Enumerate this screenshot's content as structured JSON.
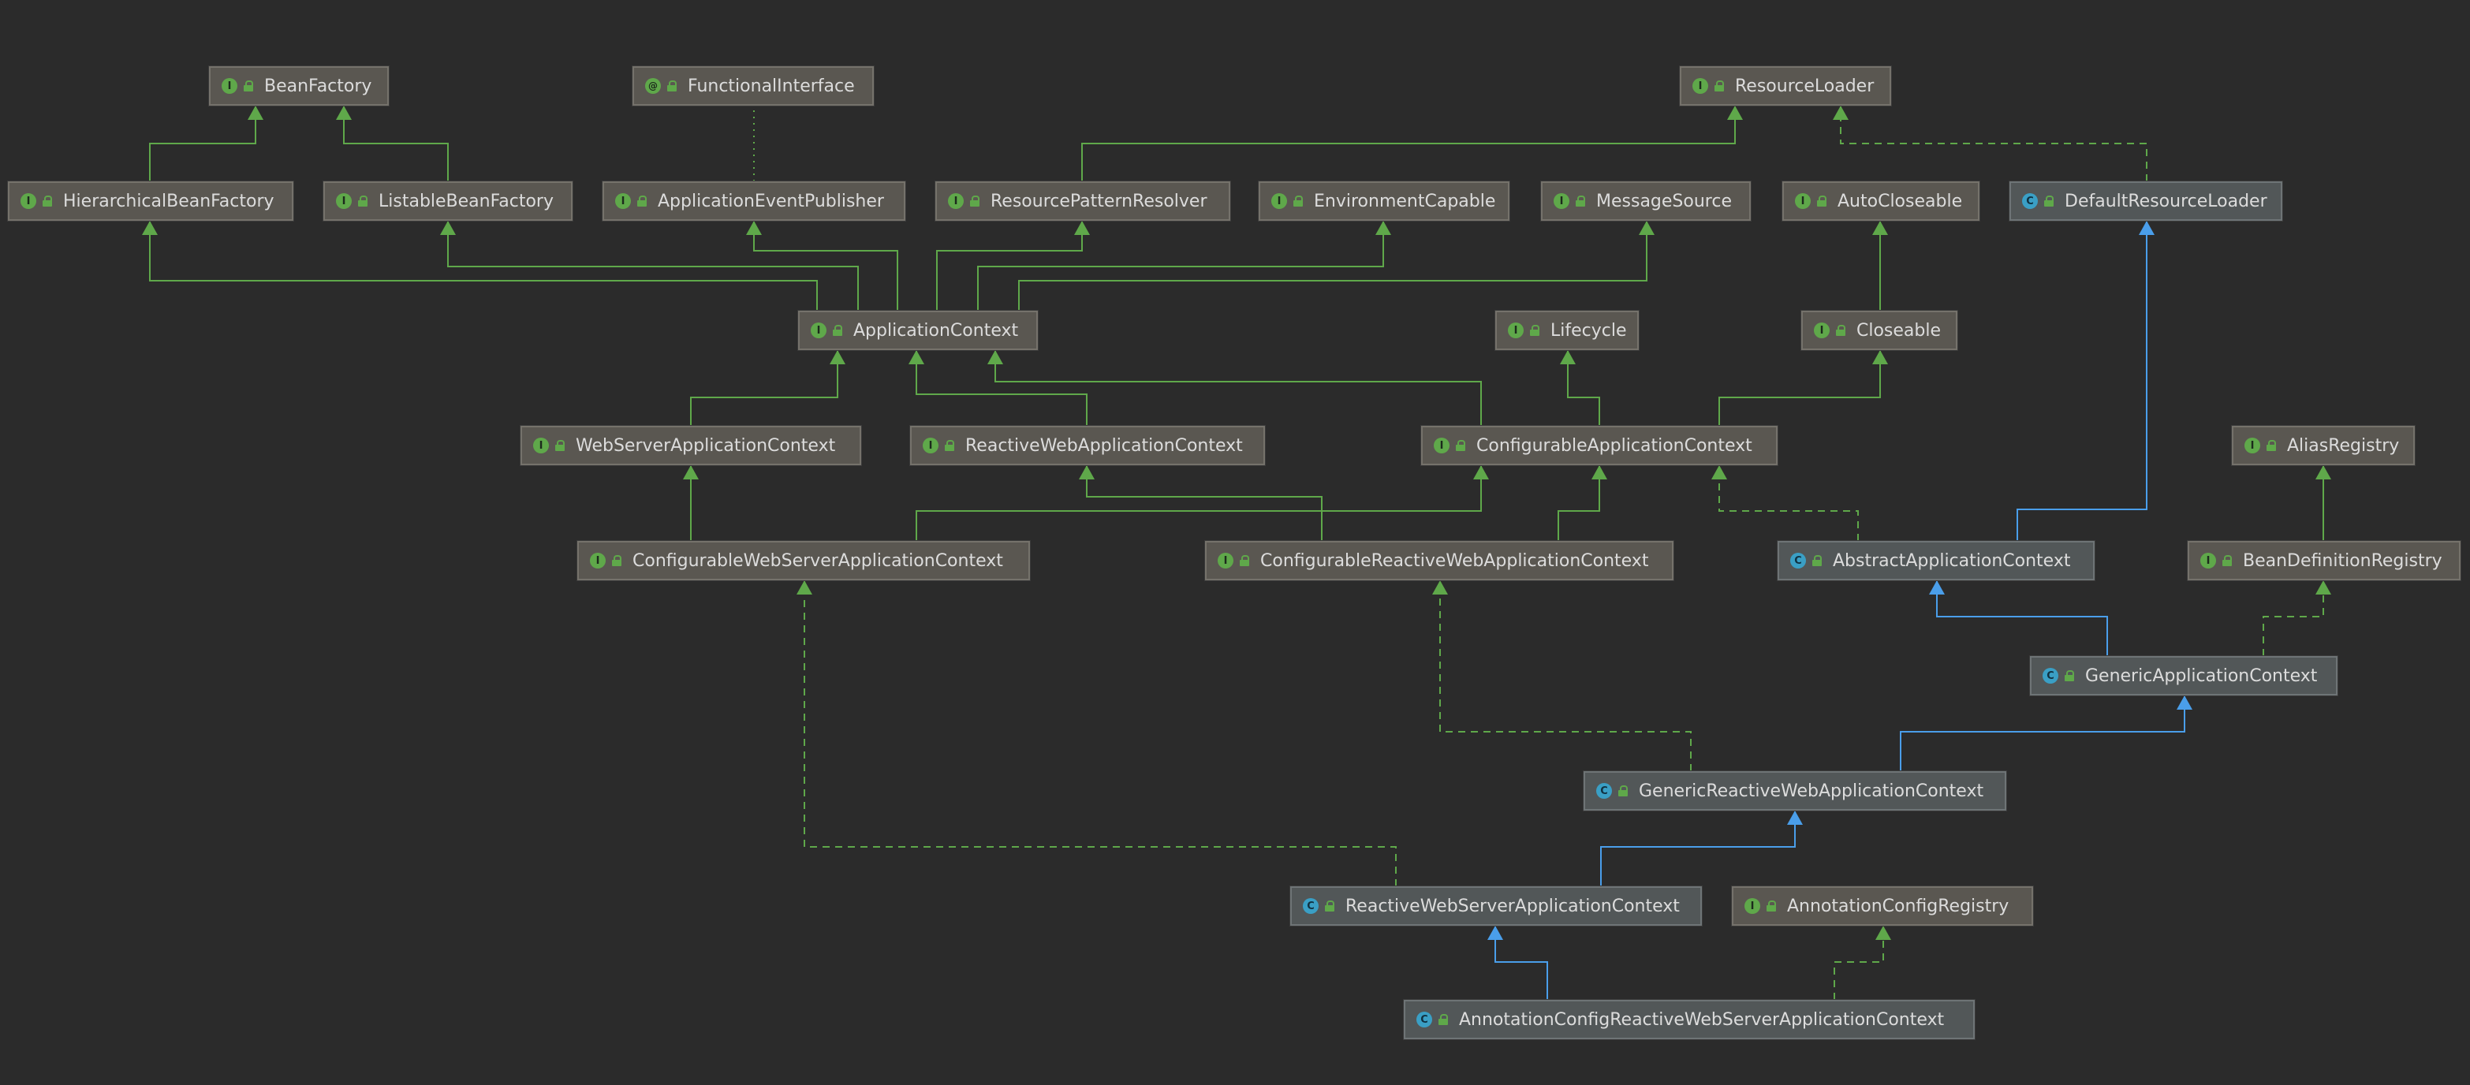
{
  "colors": {
    "background": "#2b2b2b",
    "interface_edge": "#5fa84a",
    "class_edge": "#4a9eea",
    "interface_icon": "#5fa84a",
    "class_icon": "#3a9fc5"
  },
  "nodes": {
    "BeanFactory": {
      "label": "BeanFactory",
      "kind": "I"
    },
    "FunctionalInterface": {
      "label": "FunctionalInterface",
      "kind": "@"
    },
    "ResourceLoader": {
      "label": "ResourceLoader",
      "kind": "I"
    },
    "HierarchicalBeanFactory": {
      "label": "HierarchicalBeanFactory",
      "kind": "I"
    },
    "ListableBeanFactory": {
      "label": "ListableBeanFactory",
      "kind": "I"
    },
    "ApplicationEventPublisher": {
      "label": "ApplicationEventPublisher",
      "kind": "I"
    },
    "ResourcePatternResolver": {
      "label": "ResourcePatternResolver",
      "kind": "I"
    },
    "EnvironmentCapable": {
      "label": "EnvironmentCapable",
      "kind": "I"
    },
    "MessageSource": {
      "label": "MessageSource",
      "kind": "I"
    },
    "AutoCloseable": {
      "label": "AutoCloseable",
      "kind": "I"
    },
    "DefaultResourceLoader": {
      "label": "DefaultResourceLoader",
      "kind": "C"
    },
    "ApplicationContext": {
      "label": "ApplicationContext",
      "kind": "I"
    },
    "Lifecycle": {
      "label": "Lifecycle",
      "kind": "I"
    },
    "Closeable": {
      "label": "Closeable",
      "kind": "I"
    },
    "WebServerApplicationContext": {
      "label": "WebServerApplicationContext",
      "kind": "I"
    },
    "ReactiveWebApplicationContext": {
      "label": "ReactiveWebApplicationContext",
      "kind": "I"
    },
    "ConfigurableApplicationContext": {
      "label": "ConfigurableApplicationContext",
      "kind": "I"
    },
    "AliasRegistry": {
      "label": "AliasRegistry",
      "kind": "I"
    },
    "ConfigurableWebServerApplicationContext": {
      "label": "ConfigurableWebServerApplicationContext",
      "kind": "I"
    },
    "ConfigurableReactiveWebApplicationContext": {
      "label": "ConfigurableReactiveWebApplicationContext",
      "kind": "I"
    },
    "AbstractApplicationContext": {
      "label": "AbstractApplicationContext",
      "kind": "C"
    },
    "BeanDefinitionRegistry": {
      "label": "BeanDefinitionRegistry",
      "kind": "I"
    },
    "GenericApplicationContext": {
      "label": "GenericApplicationContext",
      "kind": "C"
    },
    "GenericReactiveWebApplicationContext": {
      "label": "GenericReactiveWebApplicationContext",
      "kind": "C"
    },
    "ReactiveWebServerApplicationContext": {
      "label": "ReactiveWebServerApplicationContext",
      "kind": "C"
    },
    "AnnotationConfigRegistry": {
      "label": "AnnotationConfigRegistry",
      "kind": "I"
    },
    "AnnotationConfigReactiveWebServerApplicationContext": {
      "label": "AnnotationConfigReactiveWebServerApplicationContext",
      "kind": "C"
    }
  },
  "edges": [
    {
      "from": "HierarchicalBeanFactory",
      "to": "BeanFactory",
      "type": "extends"
    },
    {
      "from": "ListableBeanFactory",
      "to": "BeanFactory",
      "type": "extends"
    },
    {
      "from": "ApplicationEventPublisher",
      "to": "FunctionalInterface",
      "type": "annotated"
    },
    {
      "from": "ResourcePatternResolver",
      "to": "ResourceLoader",
      "type": "extends"
    },
    {
      "from": "DefaultResourceLoader",
      "to": "ResourceLoader",
      "type": "implements"
    },
    {
      "from": "ApplicationContext",
      "to": "HierarchicalBeanFactory",
      "type": "extends"
    },
    {
      "from": "ApplicationContext",
      "to": "ListableBeanFactory",
      "type": "extends"
    },
    {
      "from": "ApplicationContext",
      "to": "ApplicationEventPublisher",
      "type": "extends"
    },
    {
      "from": "ApplicationContext",
      "to": "ResourcePatternResolver",
      "type": "extends"
    },
    {
      "from": "ApplicationContext",
      "to": "EnvironmentCapable",
      "type": "extends"
    },
    {
      "from": "ApplicationContext",
      "to": "MessageSource",
      "type": "extends"
    },
    {
      "from": "Closeable",
      "to": "AutoCloseable",
      "type": "extends"
    },
    {
      "from": "WebServerApplicationContext",
      "to": "ApplicationContext",
      "type": "extends"
    },
    {
      "from": "ReactiveWebApplicationContext",
      "to": "ApplicationContext",
      "type": "extends"
    },
    {
      "from": "ConfigurableApplicationContext",
      "to": "ApplicationContext",
      "type": "extends"
    },
    {
      "from": "ConfigurableApplicationContext",
      "to": "Lifecycle",
      "type": "extends"
    },
    {
      "from": "ConfigurableApplicationContext",
      "to": "Closeable",
      "type": "extends"
    },
    {
      "from": "ConfigurableWebServerApplicationContext",
      "to": "WebServerApplicationContext",
      "type": "extends"
    },
    {
      "from": "ConfigurableWebServerApplicationContext",
      "to": "ConfigurableApplicationContext",
      "type": "extends"
    },
    {
      "from": "ConfigurableReactiveWebApplicationContext",
      "to": "ReactiveWebApplicationContext",
      "type": "extends"
    },
    {
      "from": "ConfigurableReactiveWebApplicationContext",
      "to": "ConfigurableApplicationContext",
      "type": "extends"
    },
    {
      "from": "AbstractApplicationContext",
      "to": "ConfigurableApplicationContext",
      "type": "implements"
    },
    {
      "from": "AbstractApplicationContext",
      "to": "DefaultResourceLoader",
      "type": "inherits"
    },
    {
      "from": "BeanDefinitionRegistry",
      "to": "AliasRegistry",
      "type": "extends"
    },
    {
      "from": "GenericApplicationContext",
      "to": "AbstractApplicationContext",
      "type": "inherits"
    },
    {
      "from": "GenericApplicationContext",
      "to": "BeanDefinitionRegistry",
      "type": "implements"
    },
    {
      "from": "GenericReactiveWebApplicationContext",
      "to": "GenericApplicationContext",
      "type": "inherits"
    },
    {
      "from": "GenericReactiveWebApplicationContext",
      "to": "ConfigurableReactiveWebApplicationContext",
      "type": "implements"
    },
    {
      "from": "ReactiveWebServerApplicationContext",
      "to": "GenericReactiveWebApplicationContext",
      "type": "inherits"
    },
    {
      "from": "ReactiveWebServerApplicationContext",
      "to": "ConfigurableWebServerApplicationContext",
      "type": "implements"
    },
    {
      "from": "AnnotationConfigReactiveWebServerApplicationContext",
      "to": "ReactiveWebServerApplicationContext",
      "type": "inherits"
    },
    {
      "from": "AnnotationConfigReactiveWebServerApplicationContext",
      "to": "AnnotationConfigRegistry",
      "type": "implements"
    }
  ]
}
